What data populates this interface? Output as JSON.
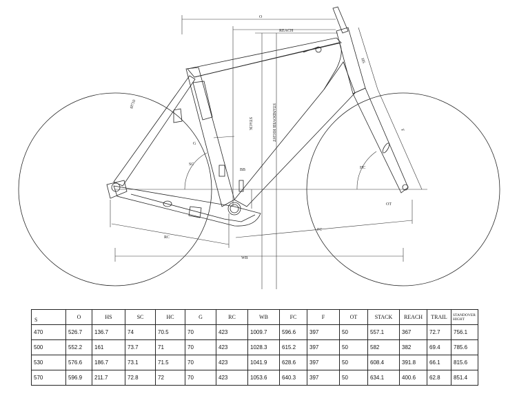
{
  "dimension_labels": {
    "o": "O",
    "reach": "REACH",
    "stack": "STACK",
    "standover": "STANDOVER HIGHT",
    "wheel": "Ø710",
    "hs": "HS",
    "f": "F",
    "sc": "SC",
    "hc": "HC",
    "g": "G",
    "bb": "BB",
    "rc": "RC",
    "fc": "FC",
    "wb": "WB",
    "ot": "OT"
  },
  "table": {
    "headers": [
      "S",
      "O",
      "HS",
      "SC",
      "HC",
      "G",
      "RC",
      "WB",
      "FC",
      "F",
      "OT",
      "STACK",
      "REACH",
      "TRAIL",
      "STANDOVER HIGHT"
    ],
    "rows": [
      [
        "470",
        "526.7",
        "136.7",
        "74",
        "70.5",
        "70",
        "423",
        "1009.7",
        "596.6",
        "397",
        "50",
        "557.1",
        "367",
        "72.7",
        "756.1"
      ],
      [
        "500",
        "552.2",
        "161",
        "73.7",
        "71",
        "70",
        "423",
        "1028.3",
        "615.2",
        "397",
        "50",
        "582",
        "382",
        "69.4",
        "785.6"
      ],
      [
        "530",
        "576.6",
        "186.7",
        "73.1",
        "71.5",
        "70",
        "423",
        "1041.9",
        "628.6",
        "397",
        "50",
        "608.4",
        "391.8",
        "66.1",
        "815.6"
      ],
      [
        "570",
        "596.9",
        "211.7",
        "72.8",
        "72",
        "70",
        "423",
        "1053.6",
        "640.3",
        "397",
        "50",
        "634.1",
        "400.6",
        "62.8",
        "851.4"
      ]
    ]
  }
}
